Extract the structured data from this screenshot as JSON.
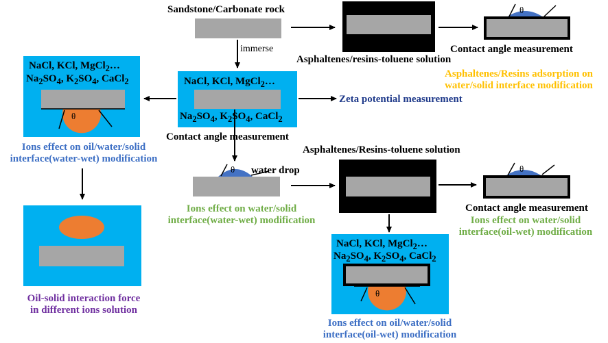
{
  "colors": {
    "panel_blue": "#00b0f0",
    "substrate_gray": "#a6a6a6",
    "oil_orange": "#ed7d31",
    "water_blue": "#4472c4",
    "text_blue": "#3d6fc4",
    "text_navy": "#1f3a8a",
    "text_green": "#70ad47",
    "text_gold": "#ffc000",
    "text_purple": "#7030a0"
  },
  "labels": {
    "sandstone_rock": "Sandstone/Carbonate rock",
    "immerse": "immerse",
    "asphaltenes_solution_top": "Asphaltenes/resins-toluene solution",
    "contact_angle_top": "Contact angle measurement",
    "asph_adsorption_line1": "Asphaltenes/Resins adsorption on",
    "asph_adsorption_line2": "water/solid interface modification",
    "zeta": "Zeta potential measurement",
    "contact_angle_center": "Contact angle measurement",
    "asphaltenes_solution_mid": "Asphaltenes/Resins-toluene solution",
    "water_drop": "water drop",
    "contact_angle_right": "Contact angle measurement",
    "ions_left_line1": "Ions effect on oil/water/solid",
    "ions_left_line2": "interface(water-wet) modification",
    "ions_center_line1": "Ions effect on water/solid",
    "ions_center_line2": "interface(water-wet) modification",
    "ions_right_line1": "Ions effect on water/solid",
    "ions_right_line2": "interface(oil-wet) modification",
    "ions_bottom_line1": "Ions effect on oil/water/solid",
    "ions_bottom_line2": "interface(oil-wet) modification",
    "oil_solid_line1": "Oil-solid interaction force",
    "oil_solid_line2": "in different ions solution",
    "theta": "θ"
  },
  "ions": {
    "line1": "NaCl, KCl, MgCl",
    "line1_sub": "2",
    "line1_tail": "…",
    "na": "Na",
    "na_sub": "2",
    "so4": "SO",
    "so4_sub": "4",
    "k": ", K",
    "k_sub": "2",
    "so4b": "SO",
    "so4b_sub": "4",
    "cacl": ", CaCl",
    "cacl_sub": "2"
  }
}
